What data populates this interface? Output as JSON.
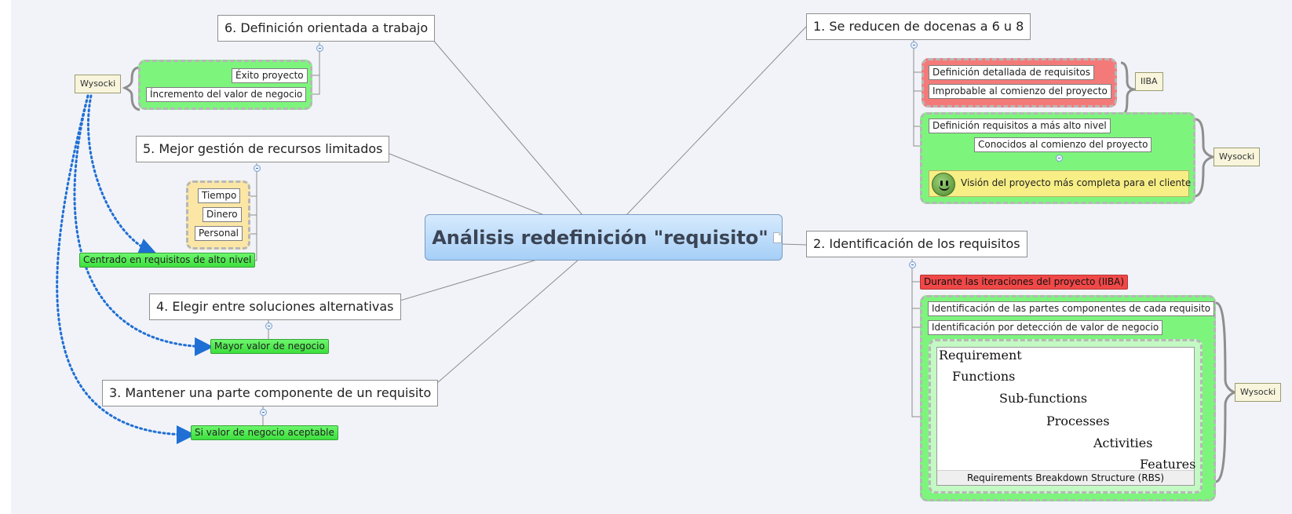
{
  "central_topic": "Análisis redefinición \"requisito\"",
  "topics": {
    "t1": {
      "label": "1. Se reducen de docenas a 6 u 8",
      "iiba_group": [
        "Definición detallada de requisitos",
        "Improbable al comienzo del proyecto"
      ],
      "iiba_note": "IIBA",
      "wysocki_group": {
        "item1": "Definición requisitos a más alto nivel",
        "item2": "Conocidos al comienzo del proyecto",
        "item3": "Visión del proyecto más completa para el cliente"
      },
      "wysocki_note": "Wysocki"
    },
    "t2": {
      "label": "2. Identificación de los requisitos",
      "red_item": "Durante las iteraciones del proyecto (IIBA)",
      "items": [
        "Identificación de las partes componentes de cada requisito",
        "Identificación por detección de valor de negocio"
      ],
      "wysocki_note": "Wysocki",
      "rbs": {
        "levels": [
          "Requirement",
          "Functions",
          "Sub-functions",
          "Processes",
          "Activities",
          "Features"
        ],
        "caption": "Requirements Breakdown Structure (RBS)"
      }
    },
    "t3": {
      "label": "3. Mantener una parte componente de un requisito",
      "green_item": "Si valor de negocio aceptable"
    },
    "t4": {
      "label": "4. Elegir entre soluciones alternativas",
      "green_item": "Mayor valor de negocio"
    },
    "t5": {
      "label": "5. Mejor gestión de recursos limitados",
      "items": [
        "Tiempo",
        "Dinero",
        "Personal"
      ],
      "green_item": "Centrado en requisitos de alto nivel"
    },
    "t6": {
      "label": "6. Definición orientada a trabajo",
      "items": [
        "Éxito proyecto",
        "Íncremento del valor de negocio"
      ],
      "wysocki_note": "Wysocki"
    }
  },
  "colors": {
    "canvas": "#f1f3f8",
    "central_fill": "#a6cff7",
    "green_boundary": "#7df57d",
    "red_boundary": "#f47a7a",
    "tan_boundary": "#fbe6a6",
    "relationship_arrow": "#1f6fd4"
  }
}
